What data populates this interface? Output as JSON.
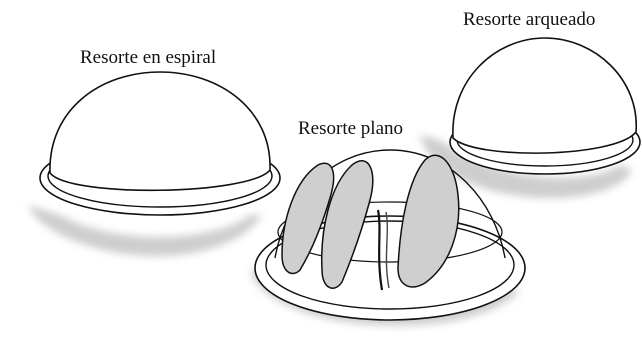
{
  "labels": {
    "coil_spring": "Resorte en espiral",
    "flat_spring": "Resorte plano",
    "arcing_spring": "Resorte arqueado"
  },
  "colors": {
    "line": "#111111",
    "shadow": "#bdbdbd",
    "flat_spring_fill": "#cfcfcf",
    "background": "#ffffff"
  }
}
